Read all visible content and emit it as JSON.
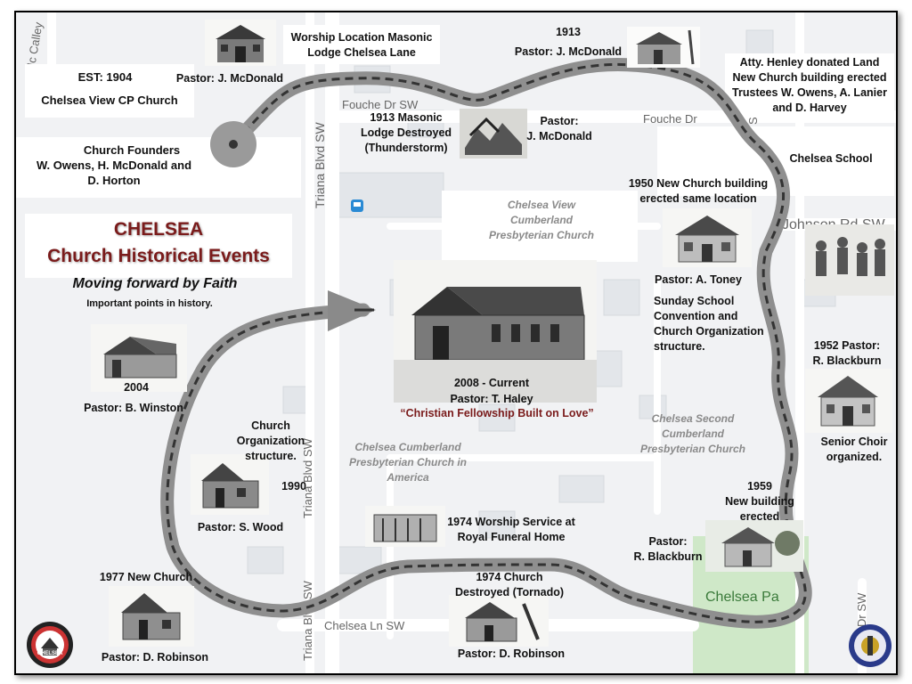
{
  "map": {
    "streets": {
      "mc_calley": "Mc Calley",
      "fouche_dr_sw_left": "Fouche Dr SW",
      "fouche_dr_right": "Fouche Dr",
      "triana_blvd_top": "Triana Blvd SW",
      "triana_blvd_mid": "Triana Blvd SW",
      "triana_blvd_bottom": "Triana Blvd SW",
      "johnson_rd": "Johnson Rd SW",
      "chelsea_ln": "Chelsea Ln SW",
      "chelsea_park": "Chelsea Pa",
      "dr_sw_right": "Dr SW",
      "sw_right": "SW"
    },
    "colors": {
      "road": "#ffffff",
      "block": "#e6e8ec",
      "park": "#c8e6c0",
      "path_outer": "#8f8f8f",
      "path_dash": "#2b2b2b",
      "title": "#7a1b1b"
    }
  },
  "header": {
    "title_line1": "CHELSEA",
    "title_line2": "Church Historical Events",
    "subtitle": "Moving forward by Faith",
    "subtitle2": "Important points in history."
  },
  "events": {
    "est": "EST: 1904",
    "church_name": "Chelsea View CP Church",
    "founders_title": "Church Founders",
    "founders_line2": "W. Owens, H. McDonald and",
    "founders_line3": "D. Horton",
    "first_pastor": "Pastor: J. McDonald",
    "masonic_line1": "Worship Location Masonic",
    "masonic_line2": "Lodge Chelsea Lane",
    "y1913": "1913",
    "y1913_pastor": "Pastor:  J. McDonald",
    "henley_line1": "Atty. Henley donated Land",
    "henley_line2": "New Church building erected",
    "henley_line3": "Trustees W. Owens, A. Lanier",
    "henley_line4": "and D. Harvey",
    "destroyed_line1": "1913 Masonic",
    "destroyed_line2": "Lodge Destroyed",
    "destroyed_line3": "(Thunderstorm)",
    "pastor_label": "Pastor:",
    "pastor_mcdonald": "J. McDonald",
    "chelsea_school": "Chelsea School",
    "y1950_line1": "1950 New Church building",
    "y1950_line2": "erected same location",
    "toney": "Pastor: A. Toney",
    "sunday_line1": "Sunday School",
    "sunday_line2": "Convention and",
    "sunday_line3": "Church Organization",
    "sunday_line4": "structure.",
    "y1952_line1": "1952 Pastor:",
    "y1952_line2": "R. Blackburn",
    "choir_line1": "Senior Choir",
    "choir_line2": "organized.",
    "y1959_line1": "1959",
    "y1959_line2": "New building",
    "y1959_line3": "erected",
    "blackburn_label": "Pastor:",
    "blackburn_name": "R. Blackburn",
    "current_line1": "2008 - Current",
    "current_line2": "Pastor: T. Haley",
    "current_line3": "“Christian Fellowship Built on Love”",
    "y2004": "2004",
    "winston": "Pastor: B. Winston",
    "org_line1": "Church",
    "org_line2": "Organization",
    "org_line3": "structure.",
    "y1990": "1990",
    "wood": "Pastor: S. Wood",
    "funeral_line1": "1974 Worship Service at",
    "funeral_line2": "Royal Funeral Home",
    "tornado_line1": "1974 Church",
    "tornado_line2": "Destroyed (Tornado)",
    "robinson_bottom": "Pastor: D. Robinson",
    "y1977": "1977 New Church",
    "robinson_left": "Pastor: D. Robinson"
  },
  "watermarks": {
    "view_line1": "Chelsea View",
    "view_line2": "Cumberland",
    "view_line3": "Presbyterian Church",
    "america_line1": "Chelsea  Cumberland",
    "america_line2": "Presbyterian Church in",
    "america_line3": "America",
    "second_line1": "Chelsea Second",
    "second_line2": "Cumberland",
    "second_line3": "Presbyterian Church"
  },
  "logos": {
    "left_text": "CHELSEA",
    "right_text": ""
  }
}
